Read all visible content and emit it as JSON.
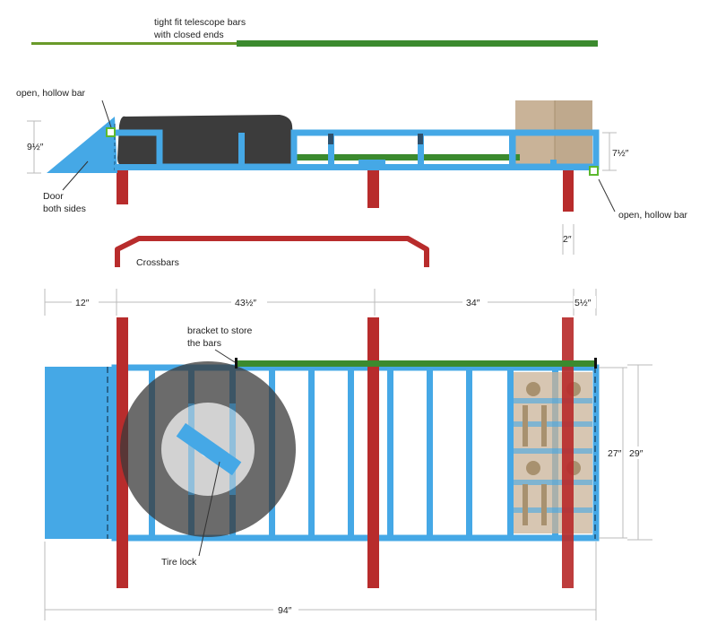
{
  "top_note": {
    "line1": "tight fit telescope bars",
    "line2": "with closed ends"
  },
  "side_view": {
    "label_open_bar_left": "open, hollow bar",
    "label_open_bar_right": "open, hollow bar",
    "dim_left_height": "9½″",
    "dim_right_height": "7½″",
    "label_door_line1": "Door",
    "label_door_line2": "both sides",
    "dim_crossbar_width": "2″"
  },
  "crossbars": {
    "label": "Crossbars"
  },
  "top_view": {
    "dim_12": "12″",
    "dim_43": "43½″",
    "dim_34": "34″",
    "dim_5": "5½″",
    "label_bracket_line1": "bracket to store",
    "label_bracket_line2": "the bars",
    "dim_27": "27″",
    "dim_29": "29″",
    "label_tire_lock": "Tire lock",
    "dim_total": "94″"
  },
  "colors": {
    "frame": "#45a8e6",
    "crossbar": "#b82c2c",
    "telescope_bar": "#3b8a2e",
    "motorcycle": "#3c3c3c",
    "box": "#c9b398"
  }
}
